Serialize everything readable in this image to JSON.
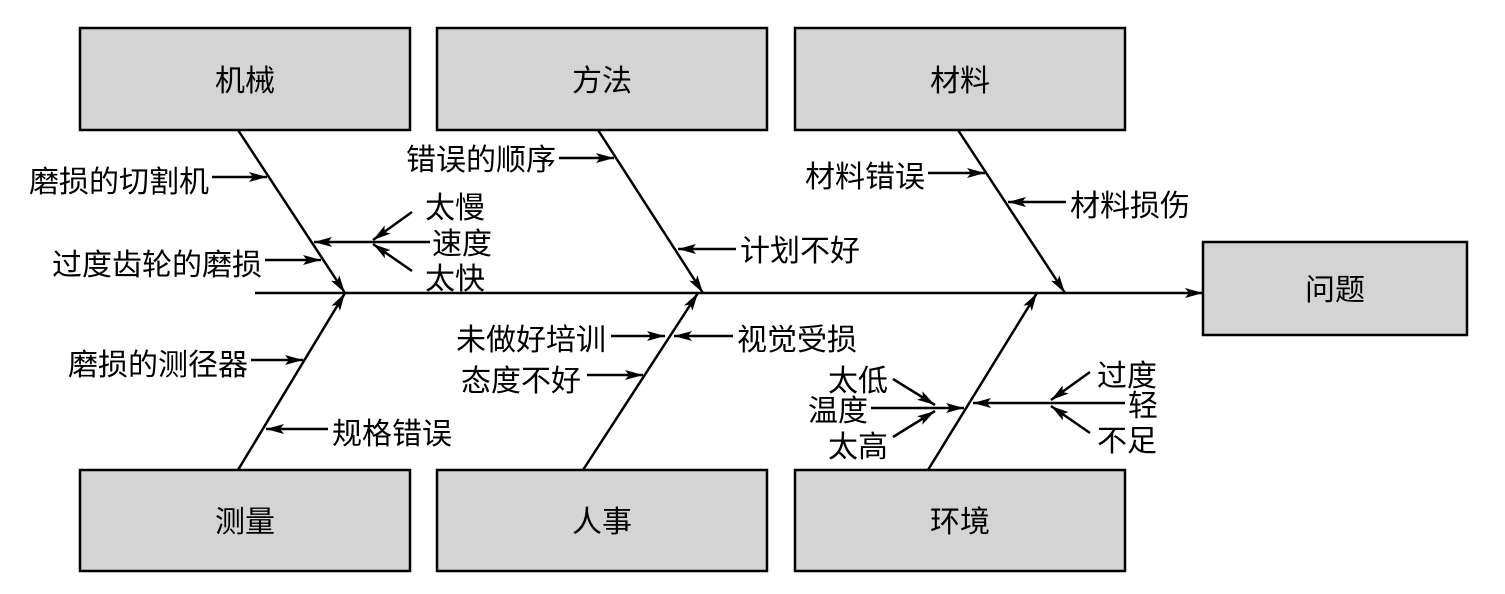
{
  "effect": {
    "label": "问题"
  },
  "categories": [
    {
      "label": "机械",
      "causes": [
        {
          "label": "磨损的切割机"
        },
        {
          "label": "过度齿轮的磨损"
        },
        {
          "label": "速度",
          "subcauses": [
            "太慢",
            "太快"
          ]
        }
      ]
    },
    {
      "label": "方法",
      "causes": [
        {
          "label": "错误的顺序"
        },
        {
          "label": "计划不好"
        }
      ]
    },
    {
      "label": "材料",
      "causes": [
        {
          "label": "材料错误"
        },
        {
          "label": "材料损伤"
        }
      ]
    },
    {
      "label": "测量",
      "causes": [
        {
          "label": "磨损的测径器"
        },
        {
          "label": "规格错误"
        }
      ]
    },
    {
      "label": "人事",
      "causes": [
        {
          "label": "未做好培训"
        },
        {
          "label": "视觉受损"
        },
        {
          "label": "态度不好"
        }
      ]
    },
    {
      "label": "环境",
      "causes": [
        {
          "label": "温度",
          "subcauses": [
            "太低",
            "太高"
          ]
        },
        {
          "label": "轻",
          "subcauses": [
            "过度",
            "不足"
          ]
        }
      ]
    }
  ],
  "colors": {
    "box_fill": "#d4d4d4",
    "line": "#000000",
    "background": "#ffffff"
  }
}
